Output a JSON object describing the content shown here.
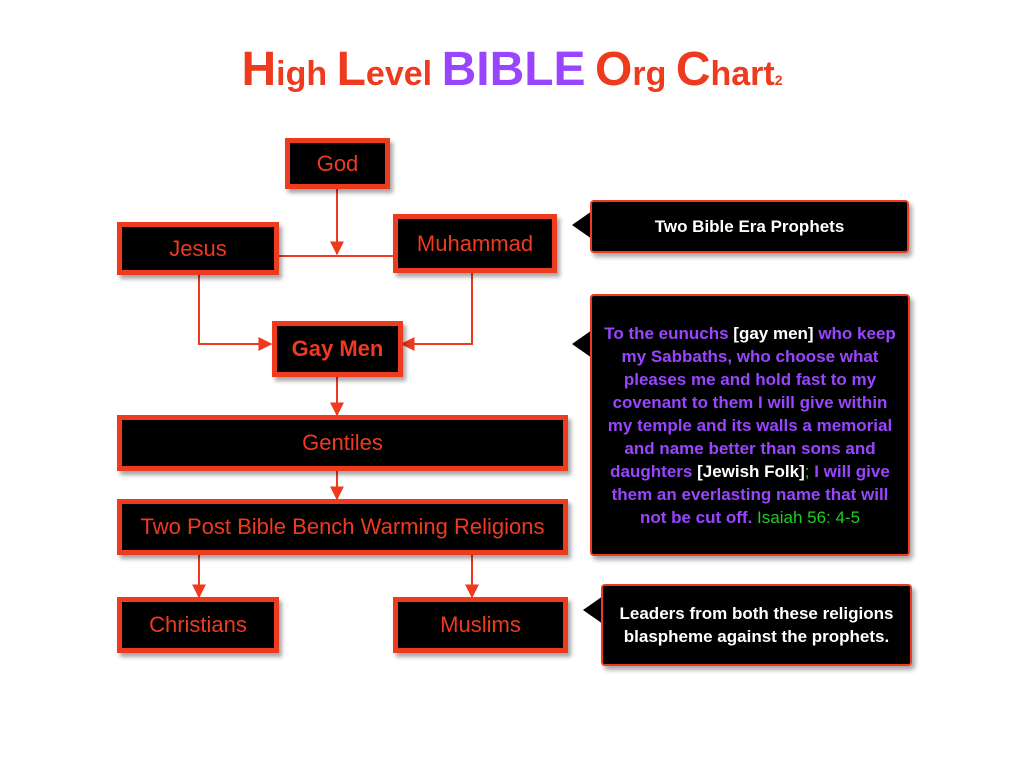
{
  "colors": {
    "accent": "#ee3a1f",
    "title_red": "#ee3a1f",
    "title_purple": "#9945ff",
    "quote_purple": "#9945ff",
    "citation_green": "#22cc22",
    "white": "#ffffff",
    "box_fill": "#000000"
  },
  "title": {
    "h_cap": "H",
    "h_rest": "igh",
    "l_cap": "L",
    "l_rest": "evel",
    "bible": "BIBLE",
    "o_cap": "O",
    "o_rest": "rg",
    "c_cap": "C",
    "c_rest": "hart",
    "suffix": "2"
  },
  "nodes": {
    "god": "God",
    "jesus": "Jesus",
    "muhammad": "Muhammad",
    "gay_men": "Gay Men",
    "gentiles": "Gentiles",
    "post_bible": "Two Post Bible Bench Warming Religions",
    "christians": "Christians",
    "muslims": "Muslims"
  },
  "callouts": {
    "prophets": "Two Bible Era Prophets",
    "quote": {
      "part1": "To the eunuchs ",
      "bracket1": "[gay men]",
      "part2": " who keep my Sabbaths, who choose what pleases me and hold fast to my covenant to them I will give within my temple and its walls a memorial and name better than sons and daughters ",
      "bracket2": "[Jewish Folk]",
      "semicolon": ";",
      "part3": " I will give them an everlasting name that will not be cut off.",
      "citation": " Isaiah 56: 4-5"
    },
    "leaders": "Leaders from both these religions blaspheme against the prophets."
  }
}
